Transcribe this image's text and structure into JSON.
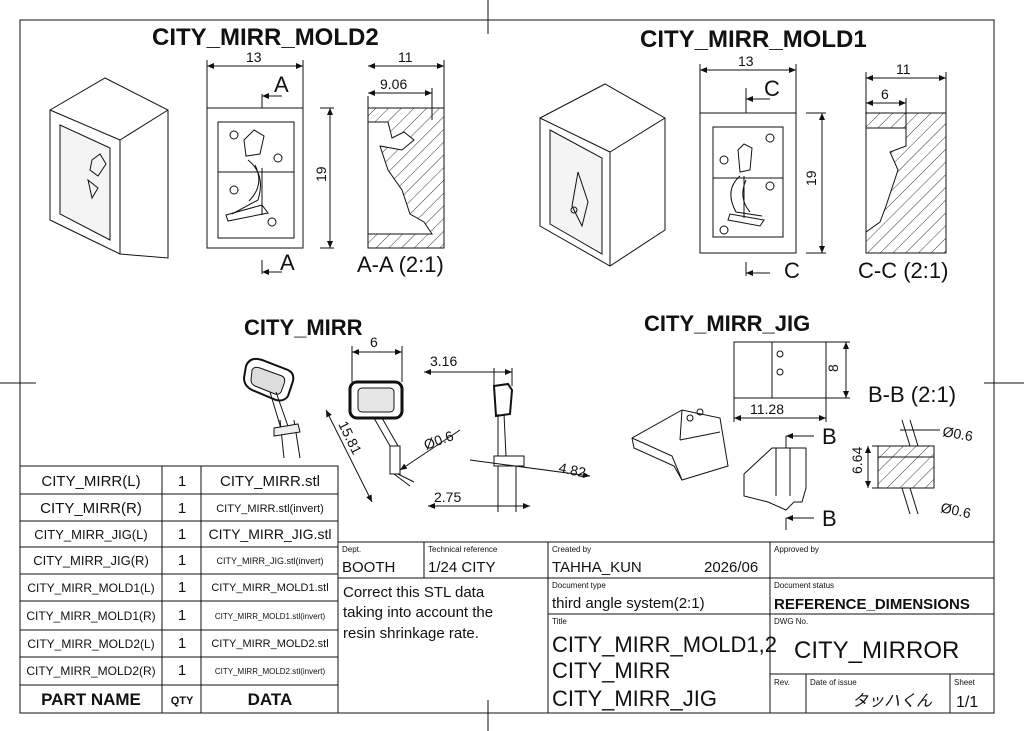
{
  "views": {
    "mold2": {
      "title": "CITY_MIRR_MOLD2",
      "dim_width": "13",
      "dim_depth": "11",
      "dim_inner": "9.06",
      "dim_height": "19",
      "section_mark": "A",
      "section_label": "A-A (2:1)"
    },
    "mold1": {
      "title": "CITY_MIRR_MOLD1",
      "dim_width": "13",
      "dim_depth": "11",
      "dim_inner": "6",
      "dim_height": "19",
      "section_mark": "C",
      "section_label": "C-C (2:1)"
    },
    "mirr": {
      "title": "CITY_MIRR",
      "dim_6": "6",
      "dim_316": "3.16",
      "dim_1581": "15.81",
      "dim_dia": "Ø0.6",
      "dim_482": "4.82",
      "dim_275": "2.75"
    },
    "jig": {
      "title": "CITY_MIRR_JIG",
      "dim_8": "8",
      "dim_1128": "11.28",
      "section_mark": "B",
      "section_label": "B-B (2:1)",
      "dim_dia_top": "Ø0.6",
      "dim_dia_bottom": "Ø0.6",
      "dim_664": "6.64"
    }
  },
  "parts_table": {
    "rows": [
      {
        "name": "CITY_MIRR(L)",
        "qty": "1",
        "data": "CITY_MIRR.stl"
      },
      {
        "name": "CITY_MIRR(R)",
        "qty": "1",
        "data": "CITY_MIRR.stl(invert)"
      },
      {
        "name": "CITY_MIRR_JIG(L)",
        "qty": "1",
        "data": "CITY_MIRR_JIG.stl"
      },
      {
        "name": "CITY_MIRR_JIG(R)",
        "qty": "1",
        "data": "CITY_MIRR_JIG.stl(invert)"
      },
      {
        "name": "CITY_MIRR_MOLD1(L)",
        "qty": "1",
        "data": "CITY_MIRR_MOLD1.stl"
      },
      {
        "name": "CITY_MIRR_MOLD1(R)",
        "qty": "1",
        "data": "CITY_MIRR_MOLD1.stl(invert)"
      },
      {
        "name": "CITY_MIRR_MOLD2(L)",
        "qty": "1",
        "data": "CITY_MIRR_MOLD2.stl"
      },
      {
        "name": "CITY_MIRR_MOLD2(R)",
        "qty": "1",
        "data": "CITY_MIRR_MOLD2.stl(invert)"
      }
    ],
    "headers": {
      "name": "PART NAME",
      "qty": "QTY",
      "data": "DATA"
    }
  },
  "title_block": {
    "dept_label": "Dept.",
    "dept": "BOOTH",
    "techref_label": "Technical reference",
    "techref": "1/24 CITY",
    "created_label": "Created by",
    "created": "TAHHA_KUN",
    "date": "2026/06",
    "approved_label": "Approved by",
    "note": [
      "Correct this STL data",
      "taking into account the",
      "resin shrinkage rate."
    ],
    "doctype_label": "Document type",
    "doctype": "third angle system(2:1)",
    "status_label": "Document status",
    "status": "REFERENCE_DIMENSIONS",
    "title_label": "Title",
    "title_lines": [
      "CITY_MIRR_MOLD1,2",
      "CITY_MIRR",
      "CITY_MIRR_JIG"
    ],
    "dwg_label": "DWG No.",
    "dwg": "CITY_MIRROR",
    "rev_label": "Rev.",
    "date_issue_label": "Date of issue",
    "signature": "タッハくん",
    "sheet_label": "Sheet",
    "sheet": "1/1"
  }
}
